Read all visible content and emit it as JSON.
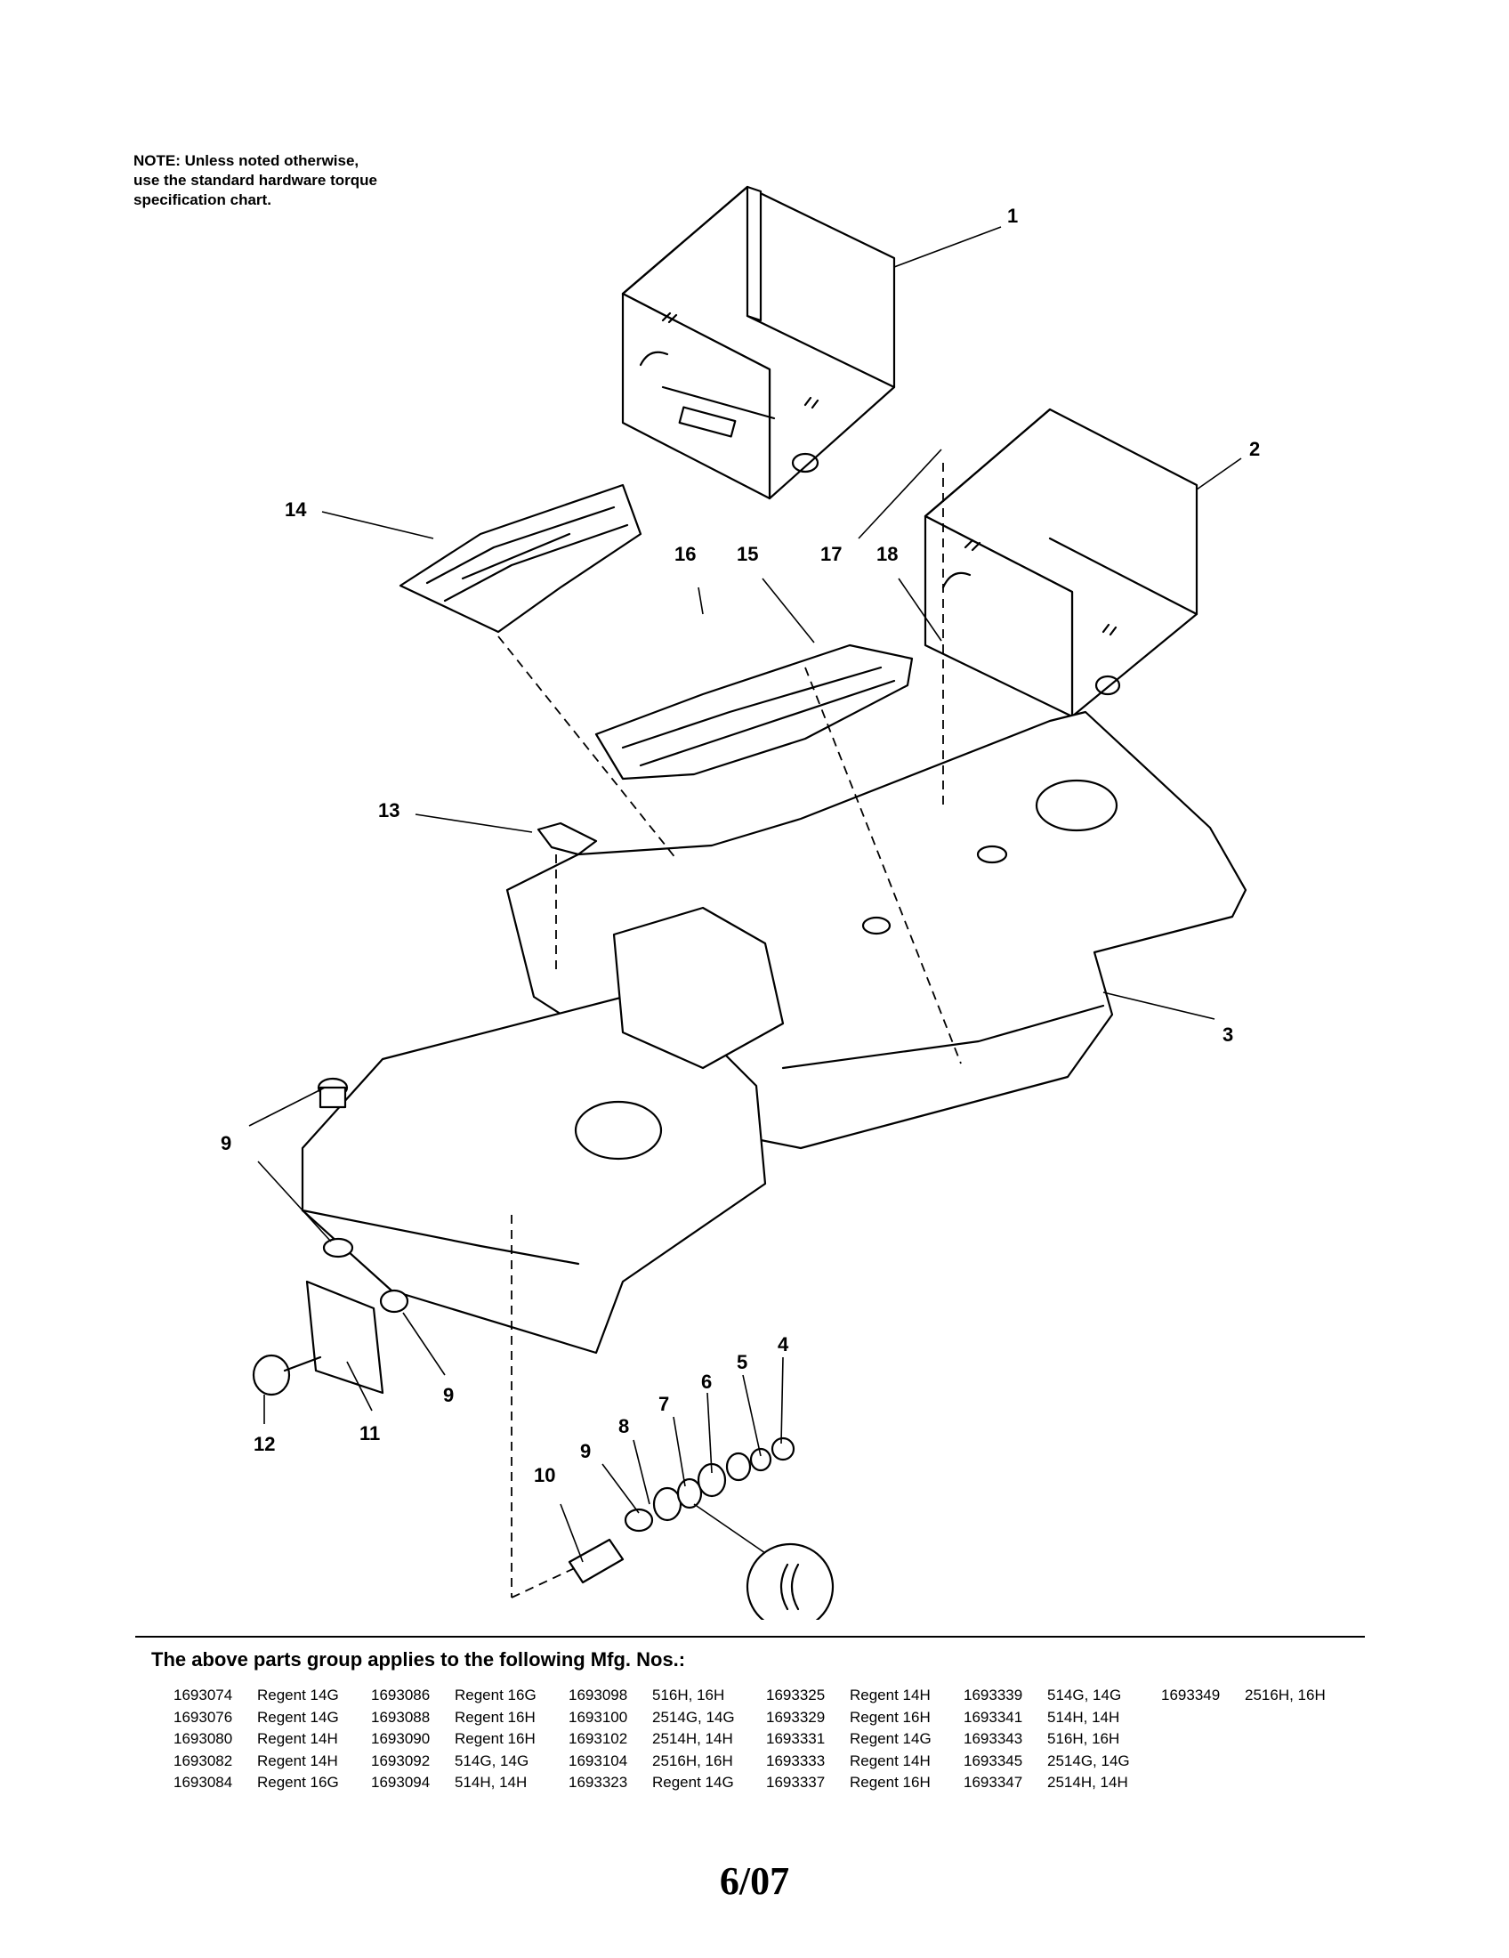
{
  "note": {
    "line1": "NOTE: Unless noted otherwise,",
    "line2": "use the standard hardware torque",
    "line3": "specification chart."
  },
  "callouts": [
    {
      "label": "1"
    },
    {
      "label": "2"
    },
    {
      "label": "3"
    },
    {
      "label": "4"
    },
    {
      "label": "5"
    },
    {
      "label": "6"
    },
    {
      "label": "7"
    },
    {
      "label": "8"
    },
    {
      "label": "9"
    },
    {
      "label": "9"
    },
    {
      "label": "9"
    },
    {
      "label": "10"
    },
    {
      "label": "11"
    },
    {
      "label": "12"
    },
    {
      "label": "13"
    },
    {
      "label": "14"
    },
    {
      "label": "15"
    },
    {
      "label": "16"
    },
    {
      "label": "17"
    },
    {
      "label": "18"
    }
  ],
  "applies_heading": "The above parts group applies to the following Mfg. Nos.:",
  "mfg_columns": [
    [
      {
        "num": "1693074",
        "model": "Regent 14G"
      },
      {
        "num": "1693076",
        "model": "Regent 14G"
      },
      {
        "num": "1693080",
        "model": "Regent 14H"
      },
      {
        "num": "1693082",
        "model": "Regent 14H"
      },
      {
        "num": "1693084",
        "model": "Regent 16G"
      }
    ],
    [
      {
        "num": "1693086",
        "model": "Regent 16G"
      },
      {
        "num": "1693088",
        "model": "Regent 16H"
      },
      {
        "num": "1693090",
        "model": "Regent 16H"
      },
      {
        "num": "1693092",
        "model": "514G, 14G"
      },
      {
        "num": "1693094",
        "model": "514H, 14H"
      }
    ],
    [
      {
        "num": "1693098",
        "model": "516H, 16H"
      },
      {
        "num": "1693100",
        "model": "2514G, 14G"
      },
      {
        "num": "1693102",
        "model": "2514H, 14H"
      },
      {
        "num": "1693104",
        "model": "2516H, 16H"
      },
      {
        "num": "1693323",
        "model": "Regent 14G"
      }
    ],
    [
      {
        "num": "1693325",
        "model": "Regent 14H"
      },
      {
        "num": "1693329",
        "model": "Regent 16H"
      },
      {
        "num": "1693331",
        "model": "Regent 14G"
      },
      {
        "num": "1693333",
        "model": "Regent 14H"
      },
      {
        "num": "1693337",
        "model": "Regent 16H"
      }
    ],
    [
      {
        "num": "1693339",
        "model": "514G, 14G"
      },
      {
        "num": "1693341",
        "model": "514H, 14H"
      },
      {
        "num": "1693343",
        "model": "516H, 16H"
      },
      {
        "num": "1693345",
        "model": "2514G, 14G"
      },
      {
        "num": "1693347",
        "model": "2514H, 14H"
      }
    ],
    [
      {
        "num": "1693349",
        "model": "2516H, 16H"
      }
    ]
  ],
  "page_number": "6/07"
}
